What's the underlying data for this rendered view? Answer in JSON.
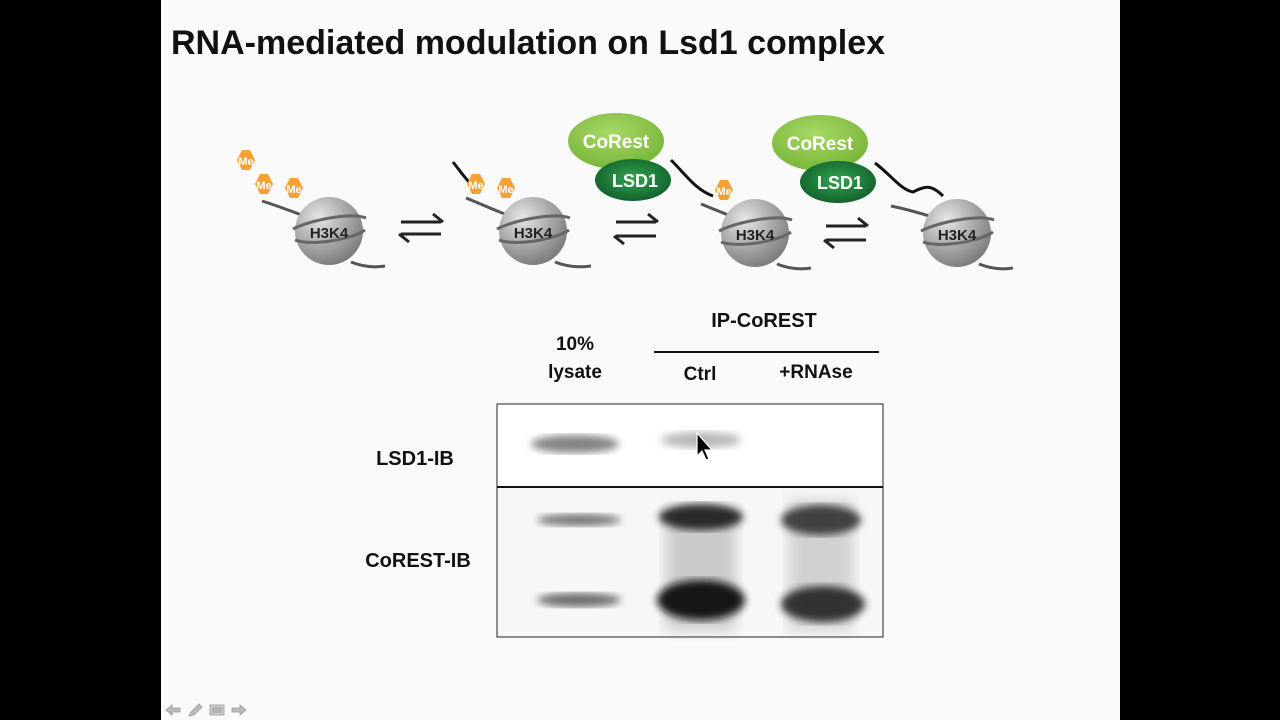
{
  "slide": {
    "title": "RNA-mediated modulation on Lsd1 complex"
  },
  "diagram": {
    "methyl_label": "Me",
    "histone_label": "H3K4",
    "corest_label": "CoRest",
    "lsd1_label": "LSD1",
    "colors": {
      "methyl": "#f6a035",
      "corest": "#8cc63f",
      "lsd1": "#1e7d3c",
      "nucleosome": "#9e9e9e"
    }
  },
  "blot": {
    "lane_headers": {
      "lysate_line1": "10%",
      "lysate_line2": "lysate",
      "group": "IP-CoREST",
      "ctrl": "Ctrl",
      "rnase": "+RNAse"
    },
    "rows": {
      "lsd1": "LSD1-IB",
      "corest": "CoREST-IB"
    }
  },
  "controls": {
    "icons": [
      "arrow-left-icon",
      "pen-icon",
      "menu-icon",
      "arrow-right-icon"
    ]
  }
}
